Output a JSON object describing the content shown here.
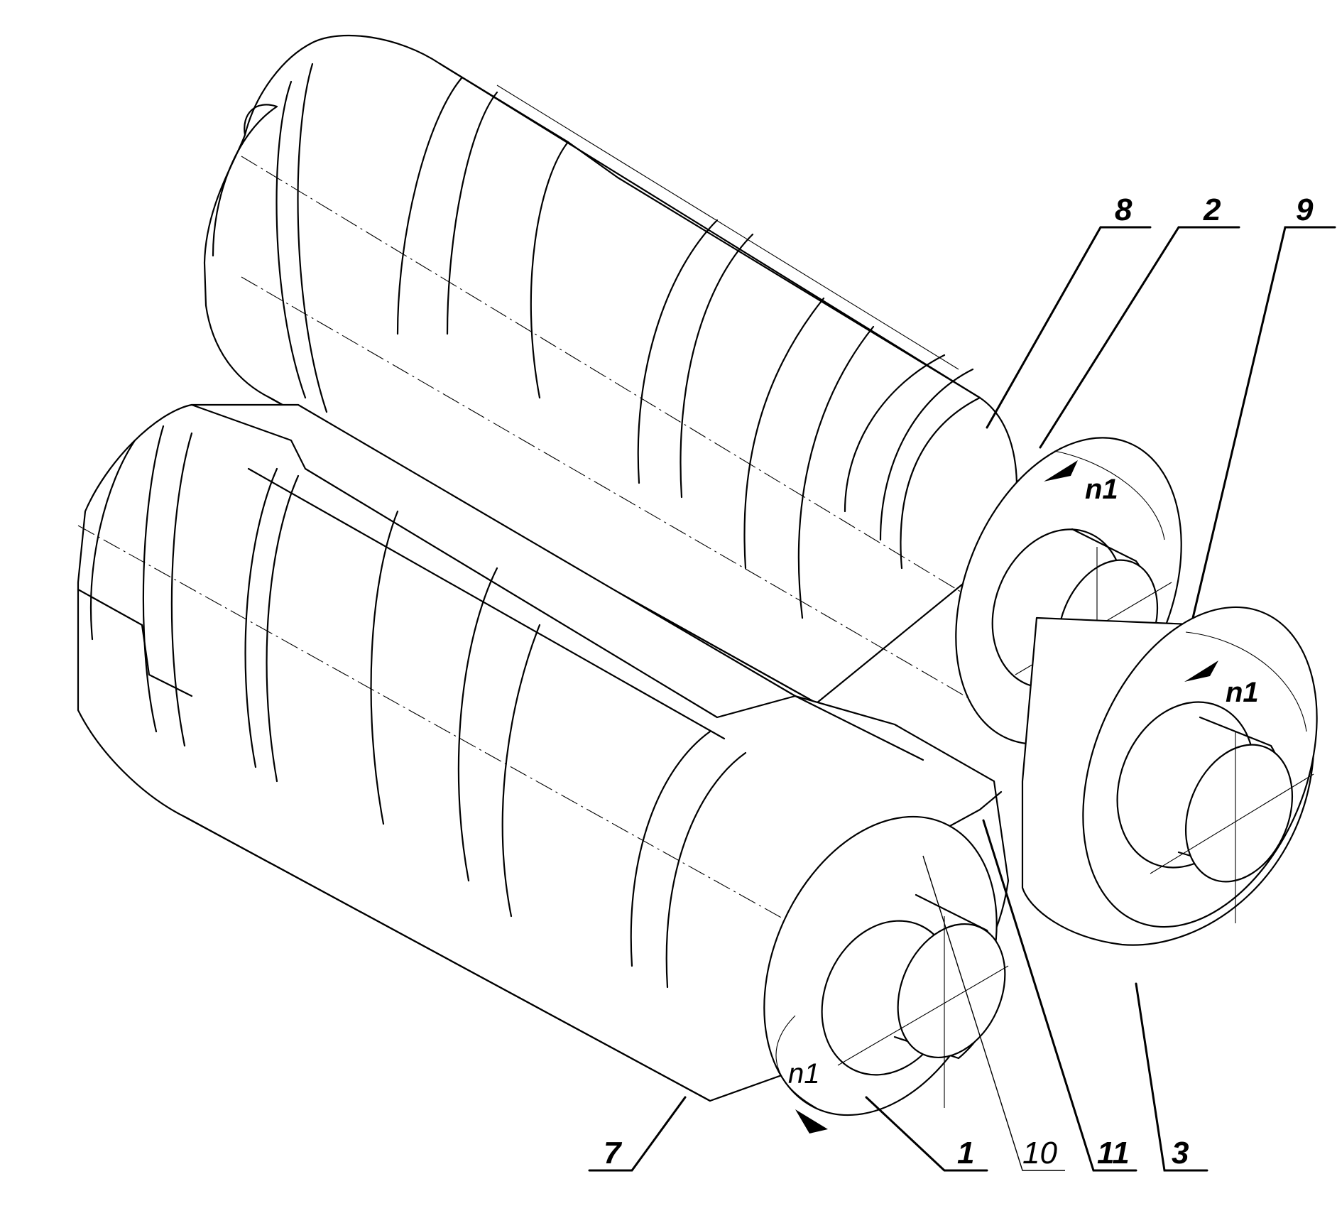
{
  "labels": {
    "l1": "1",
    "l2": "2",
    "l3": "3",
    "l7": "7",
    "l8": "8",
    "l9": "9",
    "l10": "10",
    "l11": "11"
  },
  "rotation": {
    "top_roll": "n1",
    "right_roll": "n1",
    "bottom_roll": "n1"
  },
  "colors": {
    "line": "#000000",
    "background": "#ffffff"
  }
}
